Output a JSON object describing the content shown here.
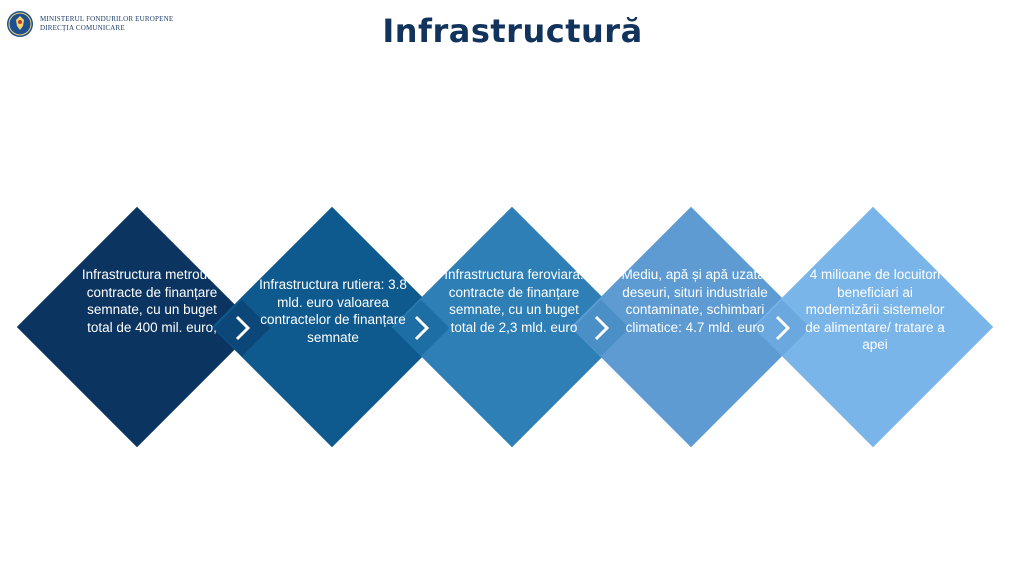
{
  "header": {
    "logo_line1": "MINISTERUL FONDURILOR EUROPENE",
    "logo_line2": "DIRECȚIA COMUNICARE",
    "logo_icon": "romania-coat-of-arms-icon"
  },
  "title": "Infrastructură",
  "items": [
    {
      "text": "Infrastructura metrou: 4 contracte de finanțare semnate, cu un buget total de 400 mil. euro,",
      "color": "#0b3461"
    },
    {
      "text": "Infrastructura rutiera:  3.8 mld. euro valoarea contractelor de finanțare semnate",
      "color": "#0e5a8e"
    },
    {
      "text": "Infrastructura feroviara: contracte de finanțare semnate, cu un buget total de 2,3 mld. euro",
      "color": "#2d7fb6"
    },
    {
      "text": "Mediu, apă și apă uzată, deseuri, situri industriale contaminate, schimbari climatice: 4.7 mld. euro",
      "color": "#5d9bd2"
    },
    {
      "text": "4 milioane de locuitori beneficiari ai modernizării sistemelor de alimentare/ tratare a apei",
      "color": "#7ab5e9"
    }
  ],
  "arrow_icon": "chevron-right-icon"
}
